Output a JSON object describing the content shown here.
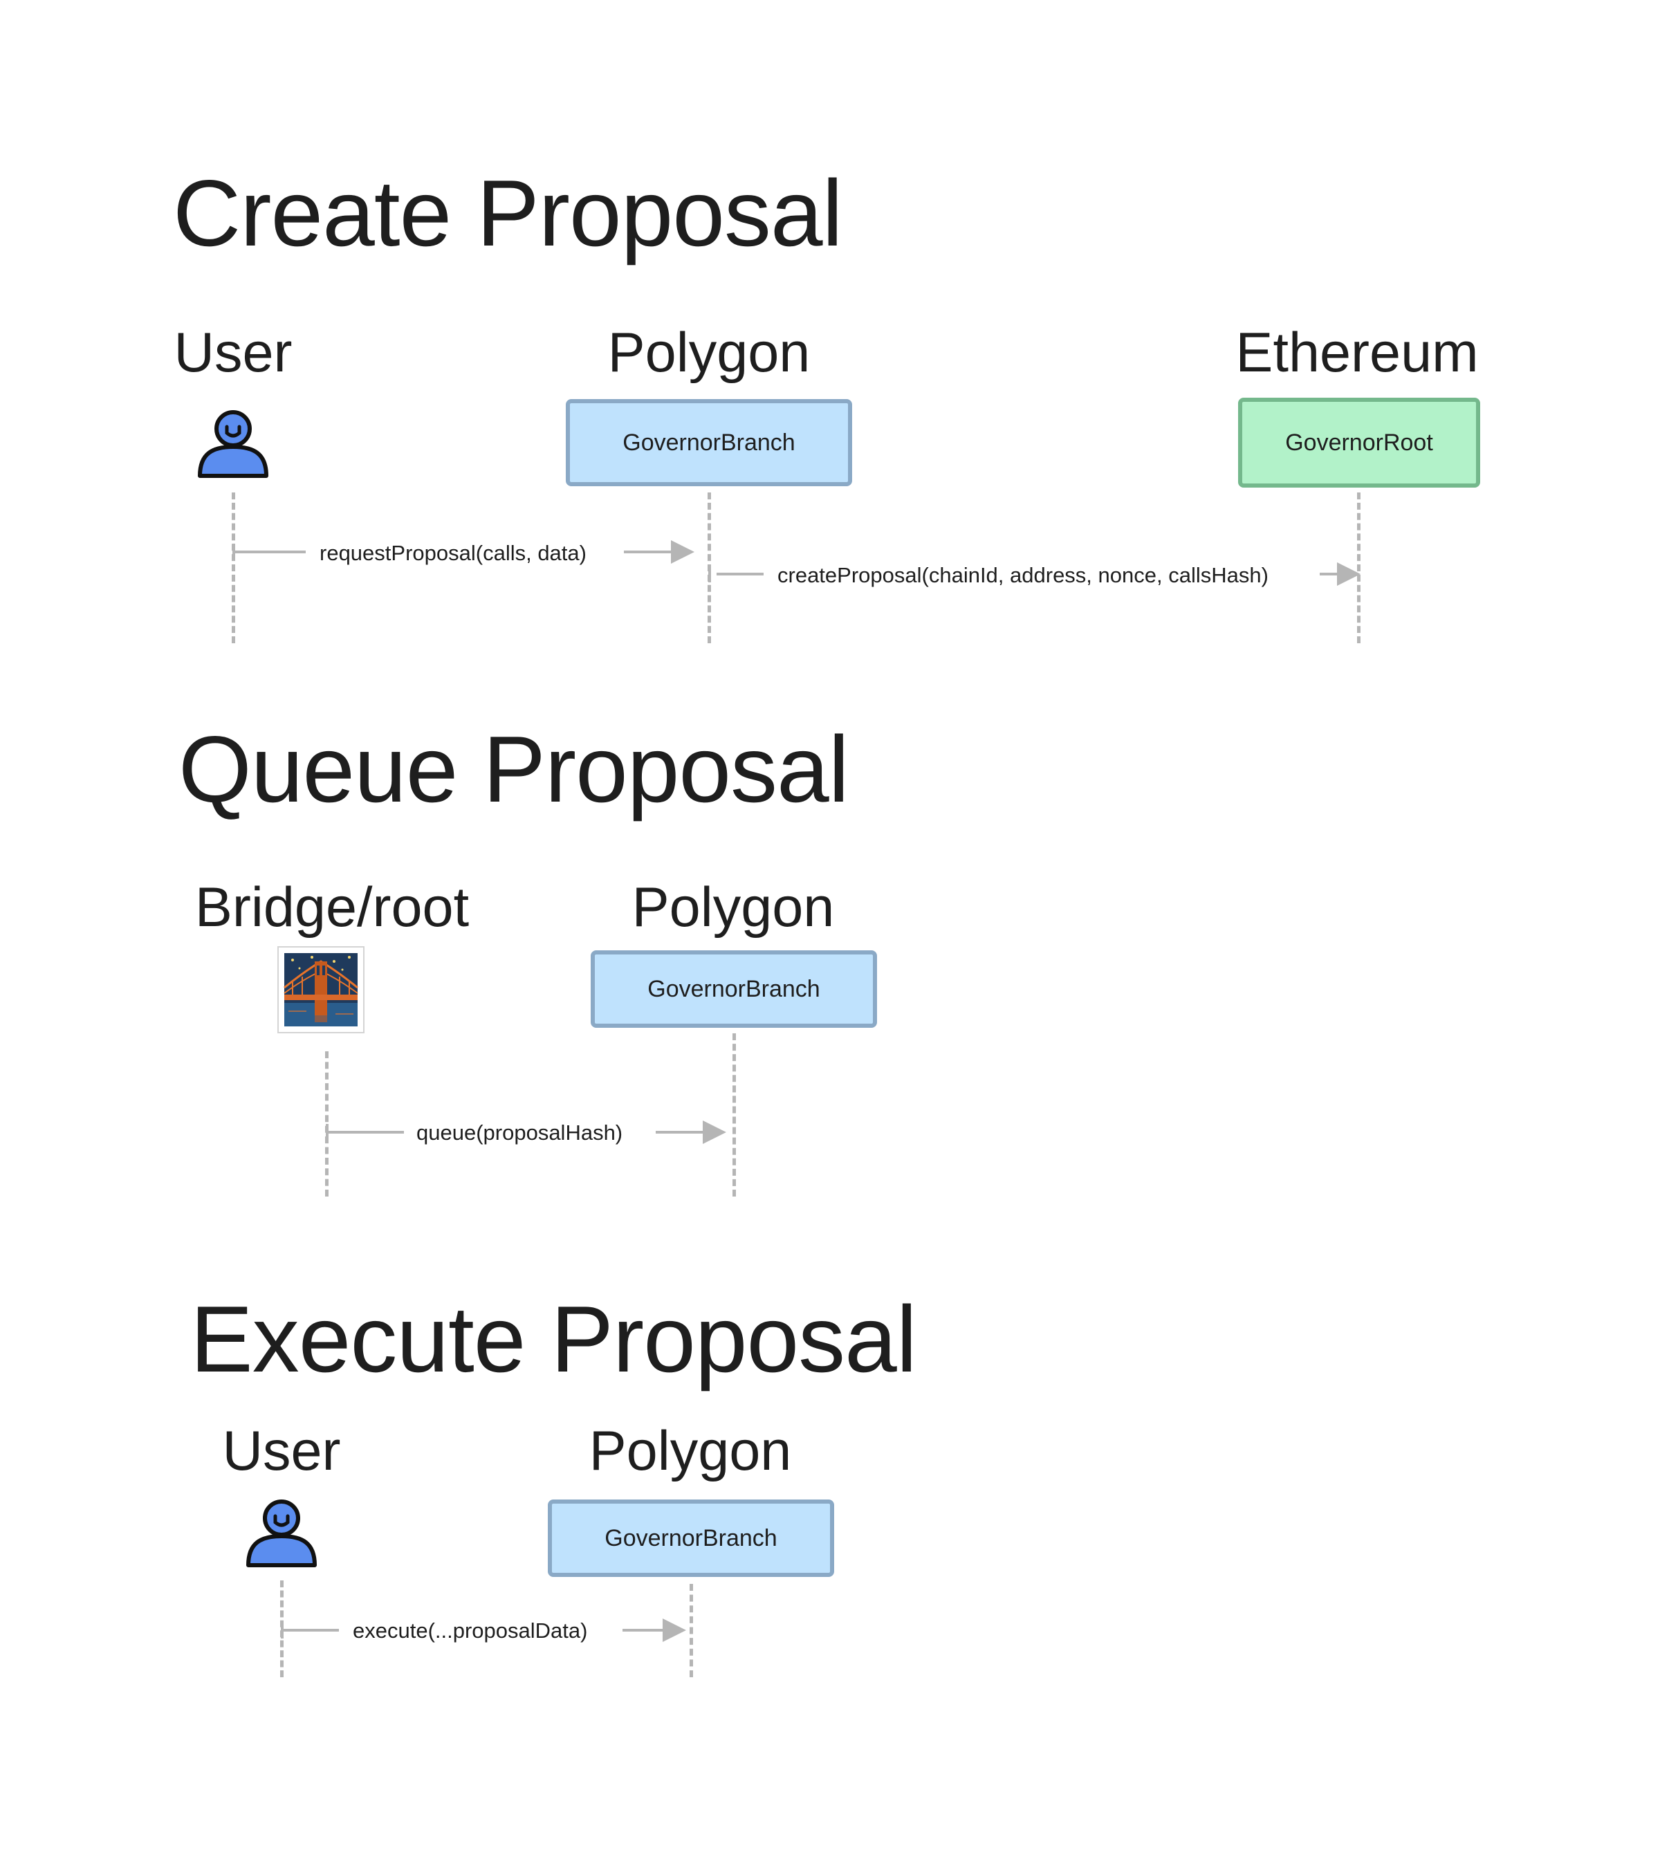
{
  "create": {
    "title": "Create Proposal",
    "actors": {
      "user": "User",
      "polygon": "Polygon",
      "ethereum": "Ethereum"
    },
    "boxes": {
      "branch": "GovernorBranch",
      "root": "GovernorRoot"
    },
    "messages": {
      "request": "requestProposal(calls, data)",
      "create": "createProposal(chainId, address, nonce, callsHash)"
    }
  },
  "queue": {
    "title": "Queue Proposal",
    "actors": {
      "bridge": "Bridge/root",
      "polygon": "Polygon"
    },
    "boxes": {
      "branch": "GovernorBranch"
    },
    "messages": {
      "queue": "queue(proposalHash)"
    }
  },
  "execute": {
    "title": "Execute Proposal",
    "actors": {
      "user": "User",
      "polygon": "Polygon"
    },
    "boxes": {
      "branch": "GovernorBranch"
    },
    "messages": {
      "execute": "execute(...proposalData)"
    }
  },
  "colors": {
    "user_icon": "#5b8def",
    "blue_box": "#bfe2fd",
    "blue_border": "#8aa9c6",
    "green_box": "#b2f2c9",
    "green_border": "#74b88c",
    "connector": "#b5b5b5"
  },
  "icons": {
    "user": "person-icon",
    "bridge": "bridge-at-night-icon"
  }
}
